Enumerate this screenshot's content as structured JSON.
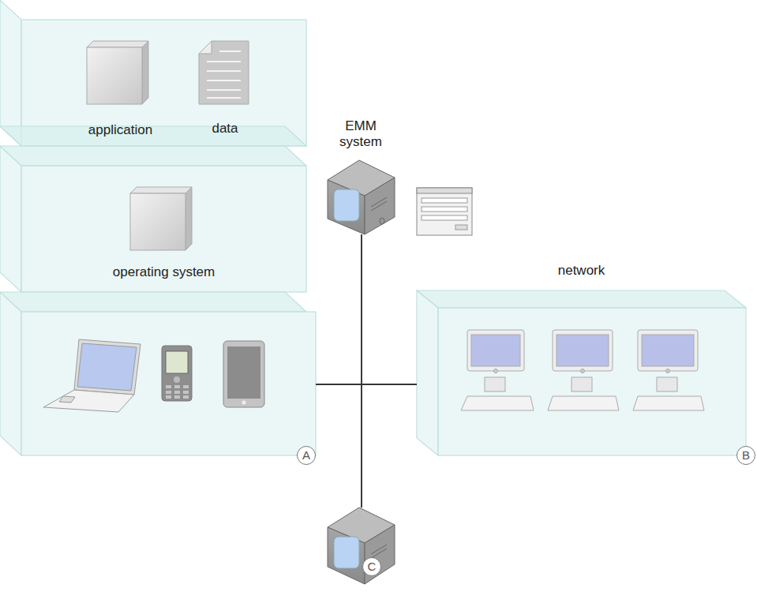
{
  "diagram": {
    "nodes": [
      {
        "text": [
          "application"
        ]
      },
      {
        "text": [
          "data"
        ]
      },
      {
        "text": [
          "operating system"
        ]
      },
      {
        "text": [
          "A"
        ]
      },
      {
        "text": [
          "EMM system"
        ]
      },
      {
        "text": [
          "network",
          "B"
        ]
      },
      {
        "text": [
          "C"
        ]
      }
    ],
    "edges": [
      {
        "from": 4,
        "to": 6,
        "arrow": "none"
      },
      {
        "from": 3,
        "to": 5,
        "arrow": "none"
      },
      {
        "from": 4,
        "to": 3,
        "arrow": "none"
      },
      {
        "from": 4,
        "to": 5,
        "arrow": "none"
      },
      {
        "from": 3,
        "to": 6,
        "arrow": "none"
      },
      {
        "from": 5,
        "to": 6,
        "arrow": "none"
      }
    ]
  }
}
